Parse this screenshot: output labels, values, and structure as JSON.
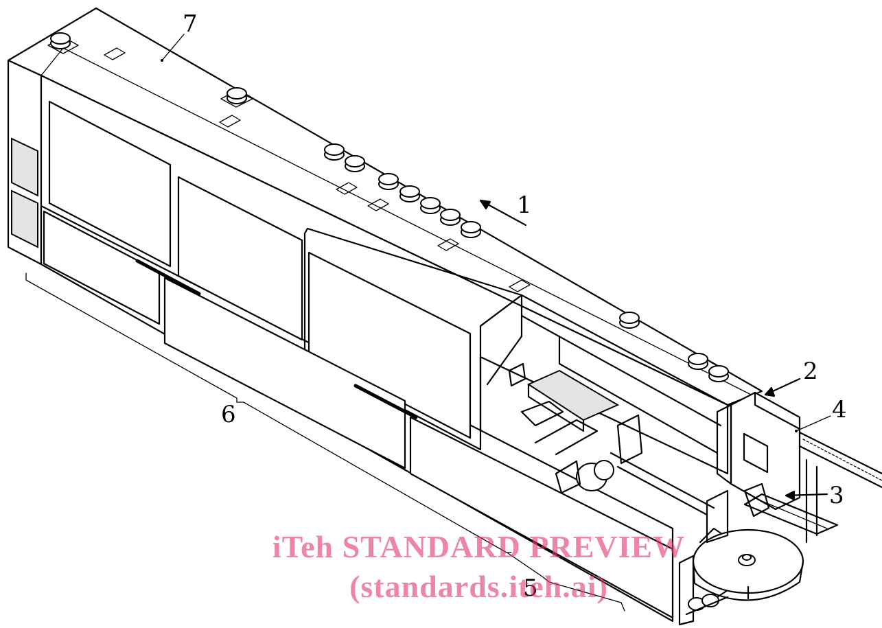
{
  "callouts": [
    {
      "id": "1",
      "text": "1"
    },
    {
      "id": "2",
      "text": "2"
    },
    {
      "id": "3",
      "text": "3"
    },
    {
      "id": "4",
      "text": "4"
    },
    {
      "id": "5",
      "text": "5"
    },
    {
      "id": "6",
      "text": "6"
    },
    {
      "id": "7",
      "text": "7"
    }
  ],
  "watermark": {
    "line1": "iTeh STANDARD PREVIEW",
    "line2": "(standards.iteh.ai)"
  },
  "colors": {
    "line": "#000000",
    "background": "#ffffff",
    "watermark": "#e23c6e",
    "shade": "#e4e4e4"
  }
}
